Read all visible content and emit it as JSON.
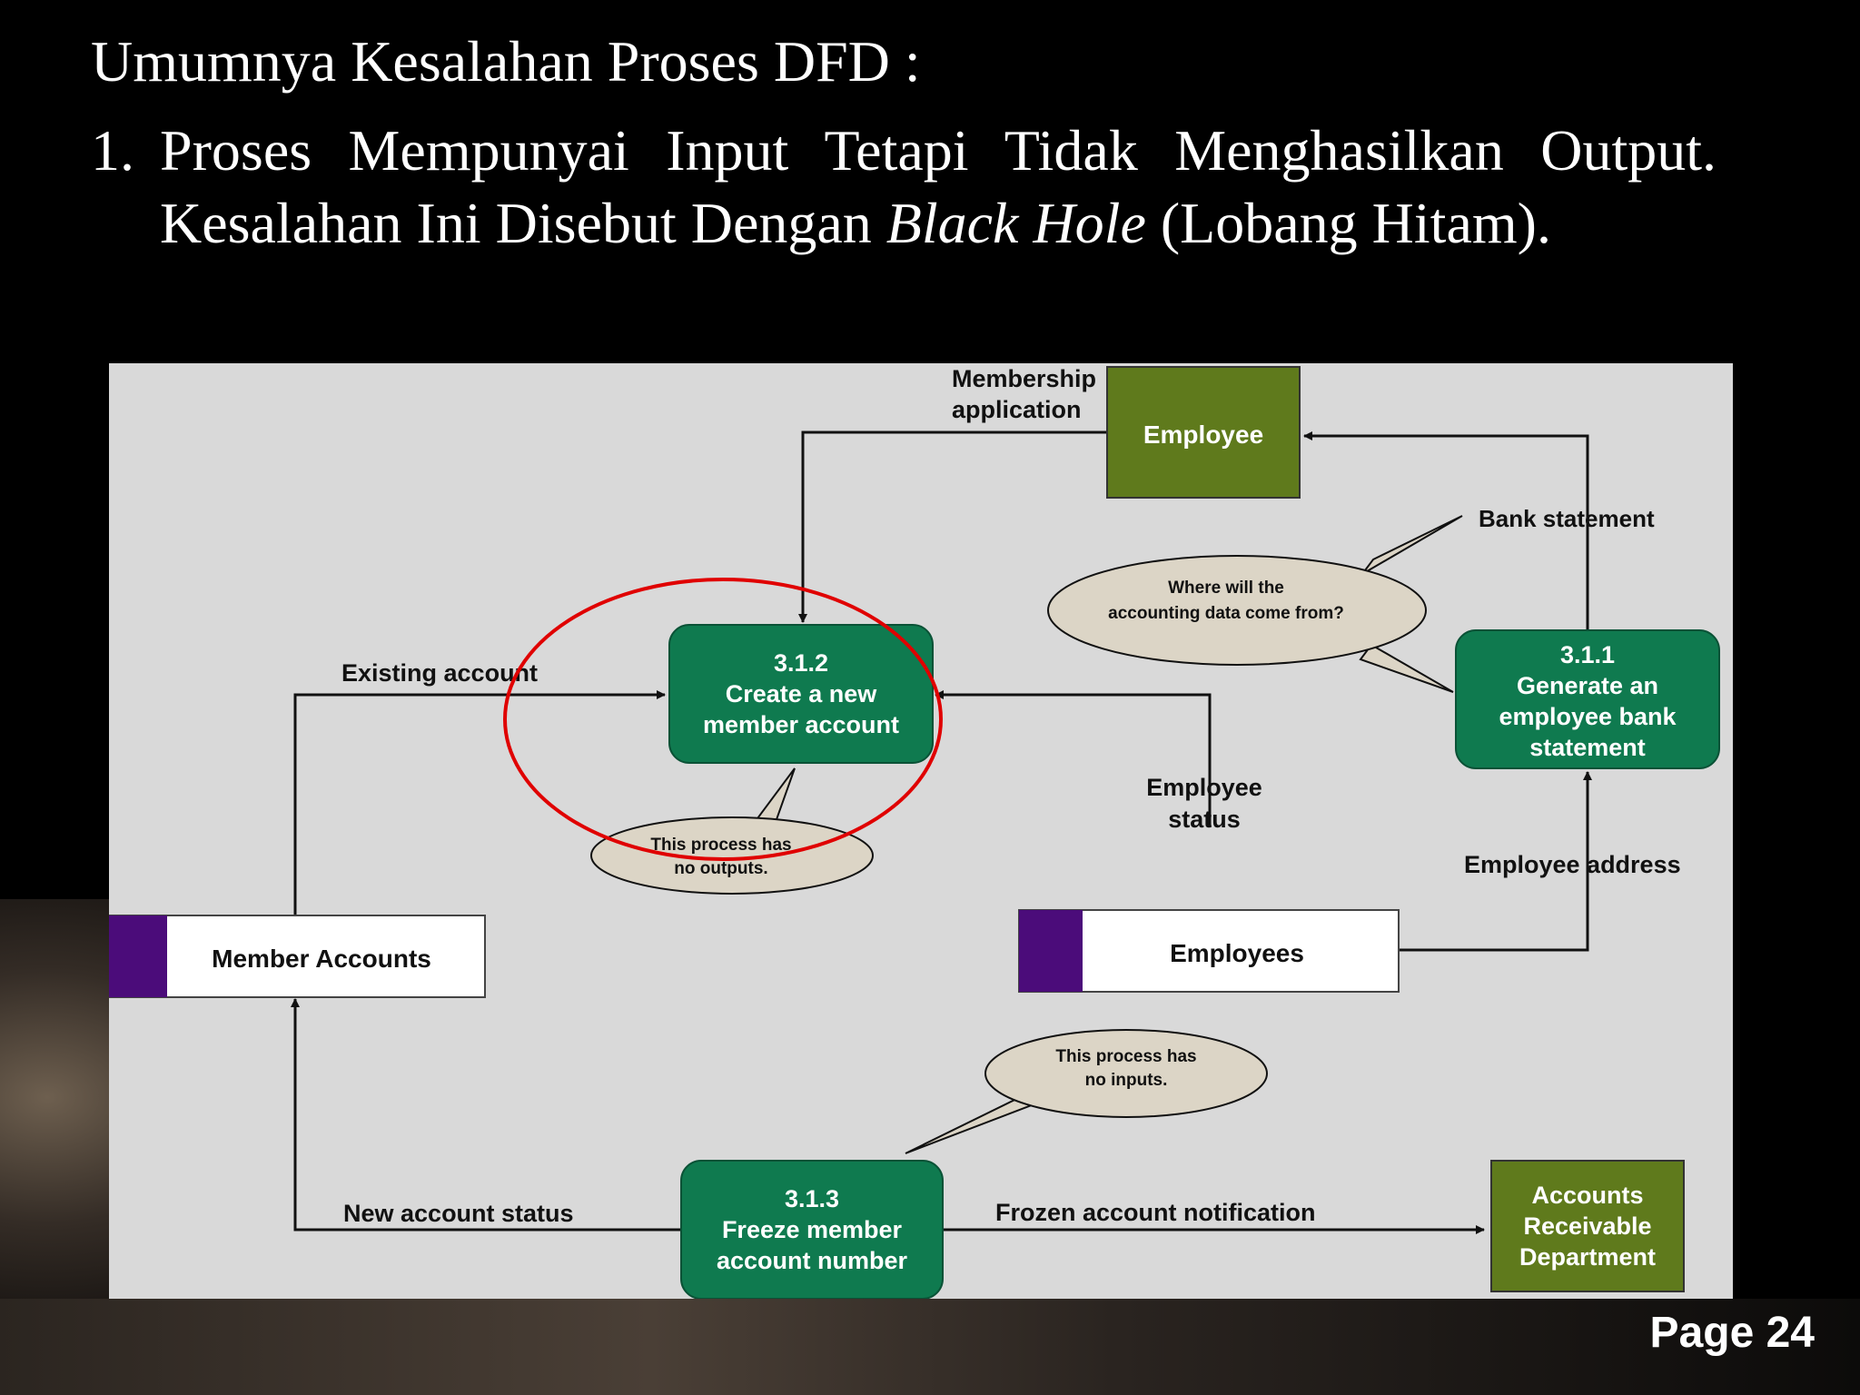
{
  "slide": {
    "title": "Umumnya Kesalahan Proses DFD :",
    "item_number": "1.",
    "item_text_before": "Proses Mempunyai Input Tetapi Tidak Menghasilkan Output. Kesalahan Ini Disebut Dengan ",
    "item_text_italic": "Black Hole",
    "item_text_after": " (Lobang Hitam).",
    "page_label": "Page 24"
  },
  "diagram": {
    "processes": {
      "p312": {
        "id": "3.1.2",
        "line1": "Create a new",
        "line2": "member account"
      },
      "p311": {
        "id": "3.1.1",
        "line1": "Generate an",
        "line2": "employee bank",
        "line3": "statement"
      },
      "p313": {
        "id": "3.1.3",
        "line1": "Freeze member",
        "line2": "account number"
      }
    },
    "entities": {
      "employee": "Employee",
      "ar_line1": "Accounts",
      "ar_line2": "Receivable",
      "ar_line3": "Department"
    },
    "stores": {
      "member_accounts": "Member Accounts",
      "employees": "Employees"
    },
    "flows": {
      "membership_1": "Membership",
      "membership_2": "application",
      "existing_account": "Existing account",
      "bank_statement": "Bank statement",
      "employee_status_1": "Employee",
      "employee_status_2": "status",
      "employee_address": "Employee address",
      "new_account_status": "New account status",
      "frozen_notification": "Frozen account notification"
    },
    "callouts": {
      "where_1": "Where will the",
      "where_2": "accounting data come from?",
      "no_outputs_1": "This process has",
      "no_outputs_2": "no outputs.",
      "no_inputs_1": "This process has",
      "no_inputs_2": "no inputs."
    },
    "colors": {
      "process": "#0f7a4f",
      "entity": "#5f7a1c",
      "store_tab": "#4b0c7a",
      "highlight": "#e00000",
      "cloud": "#dcd5c6",
      "panel": "#d9d9d9"
    }
  }
}
